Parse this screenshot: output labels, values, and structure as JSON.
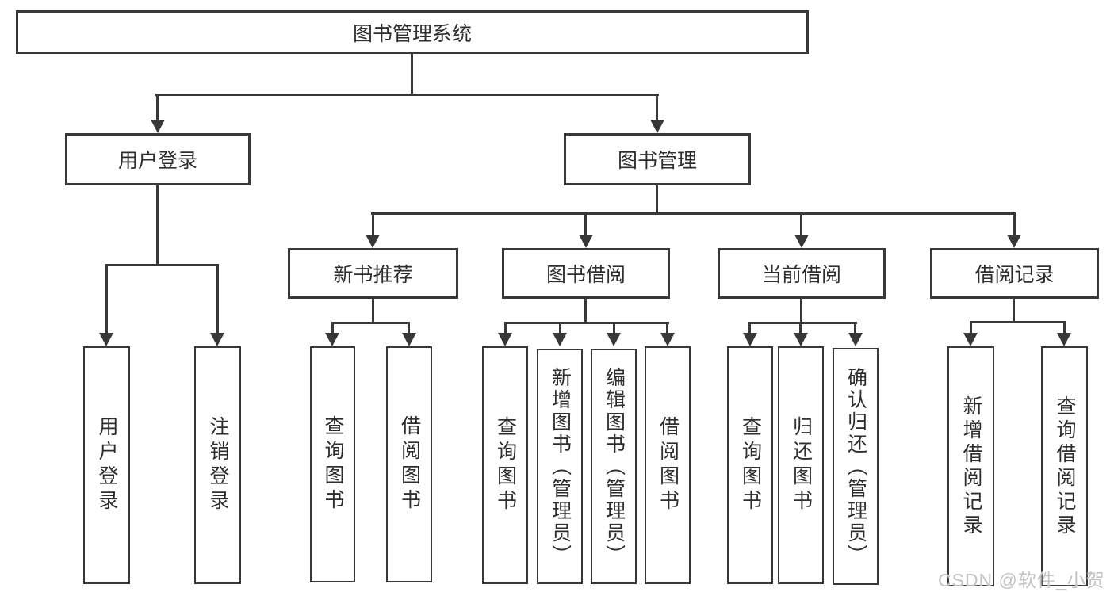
{
  "palette": {
    "line": "#383838",
    "text": "#2e2e2e",
    "background": "#ffffff",
    "watermark_color": "#c3c3c3"
  },
  "watermark": "CSDN @软件_小贺同学",
  "tree": {
    "root": {
      "label": "图书管理系统"
    },
    "login_branch": {
      "label": "用户登录",
      "leaves": [
        "用户登录",
        "注销登录"
      ]
    },
    "mgmt_branch": {
      "label": "图书管理",
      "sections": [
        {
          "label": "新书推荐",
          "leaves": [
            "查询图书",
            "借阅图书"
          ]
        },
        {
          "label": "图书借阅",
          "leaves": [
            "查询图书",
            "新增图书（管理员）",
            "编辑图书（管理员）",
            "借阅图书"
          ]
        },
        {
          "label": "当前借阅",
          "leaves": [
            "查询图书",
            "归还图书",
            "确认归还（管理员）"
          ]
        },
        {
          "label": "借阅记录",
          "leaves": [
            "新增借阅记录",
            "查询借阅记录"
          ]
        }
      ]
    }
  }
}
